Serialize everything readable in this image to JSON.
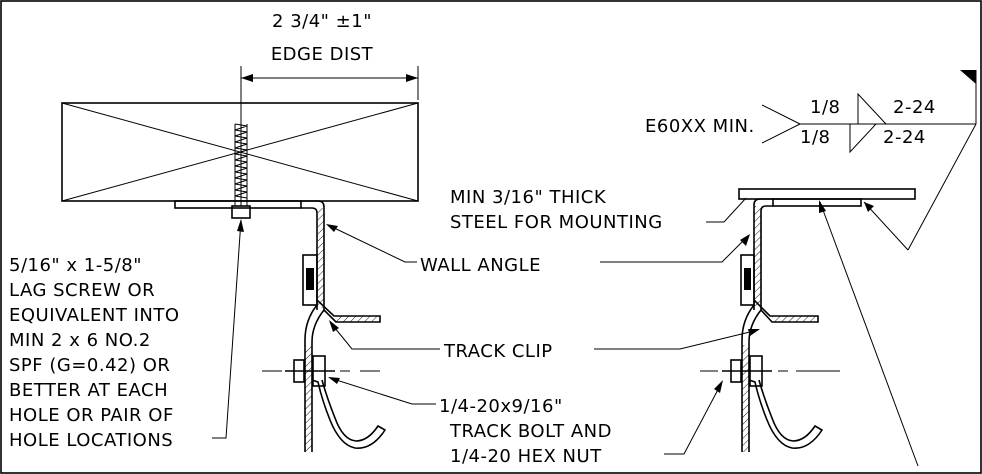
{
  "dimension": {
    "value": "2 3/4\" ±1\"",
    "label": "EDGE DIST"
  },
  "weld": {
    "electrode": "E60XX MIN.",
    "top_size": "1/8",
    "top_length": "2-24",
    "bottom_size": "1/8",
    "bottom_length": "2-24"
  },
  "callouts": {
    "mounting_steel": [
      "MIN 3/16\" THICK",
      "STEEL FOR MOUNTING"
    ],
    "wall_angle": "WALL ANGLE",
    "lag_screw": [
      "5/16\" x 1-5/8\"",
      "LAG SCREW OR",
      "EQUIVALENT INTO",
      "MIN 2 x 6 NO.2",
      "SPF (G=0.42) OR",
      "BETTER AT EACH",
      "HOLE OR PAIR OF",
      "HOLE LOCATIONS"
    ],
    "track_clip": "TRACK CLIP",
    "track_bolt": [
      "1/4-20x9/16\"",
      "TRACK BOLT AND",
      "1/4-20 HEX NUT"
    ]
  }
}
